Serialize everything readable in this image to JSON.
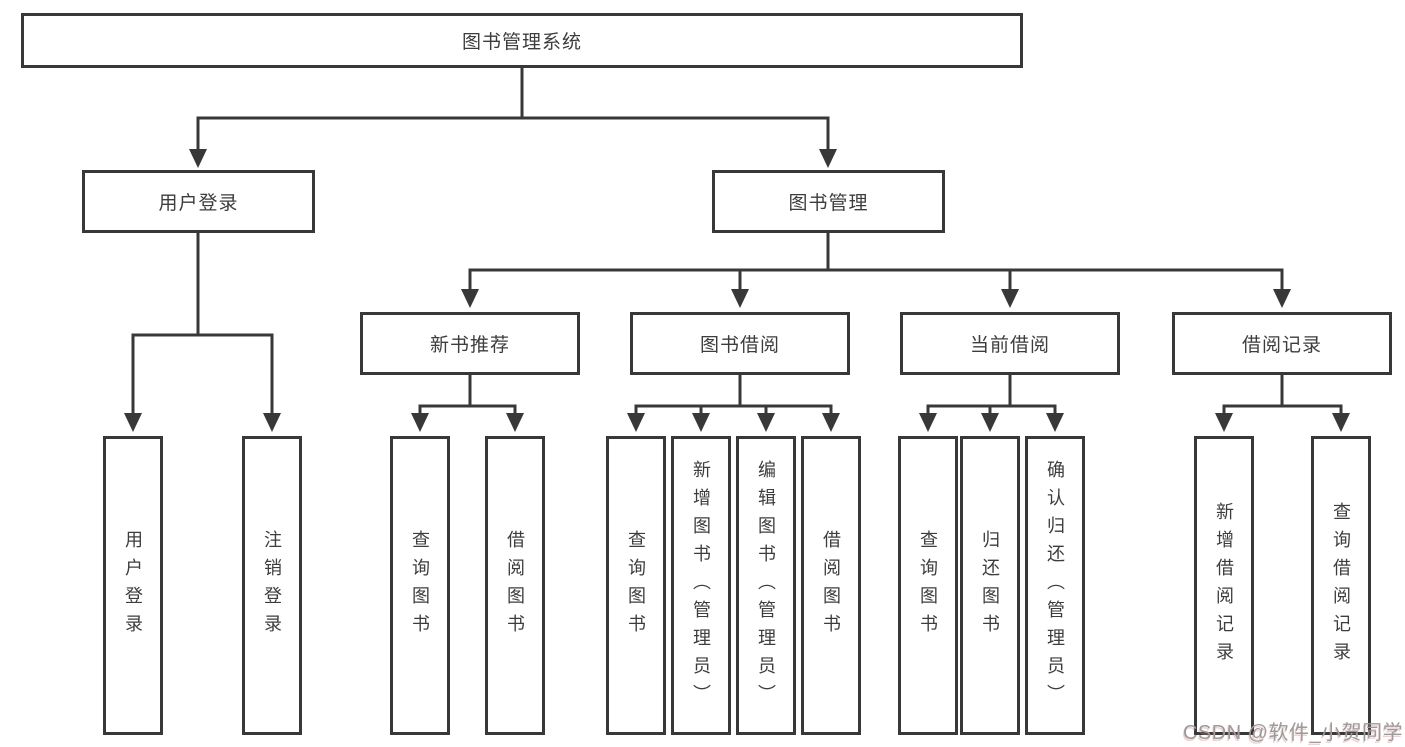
{
  "diagram": {
    "root_label": "图书管理系统",
    "level2": {
      "user_login": "用户登录",
      "book_mgmt": "图书管理"
    },
    "level3": {
      "new_books": "新书推荐",
      "borrowing": "图书借阅",
      "current": "当前借阅",
      "records": "借阅记录"
    },
    "leaves": {
      "user_login": [
        "用户登录",
        "注销登录"
      ],
      "new_books": [
        "查询图书",
        "借阅图书"
      ],
      "borrowing": [
        "查询图书",
        "新增图书（管理员）",
        "编辑图书（管理员）",
        "借阅图书"
      ],
      "current": [
        "查询图书",
        "归还图书",
        "确认归还（管理员）"
      ],
      "records": [
        "新增借阅记录",
        "查询借阅记录"
      ]
    }
  },
  "watermark": {
    "text": "CSDN @软件_小贺同学"
  },
  "colors": {
    "line": "#383838",
    "text": "#3d3d3d",
    "watermark": "#9b9b9b"
  }
}
